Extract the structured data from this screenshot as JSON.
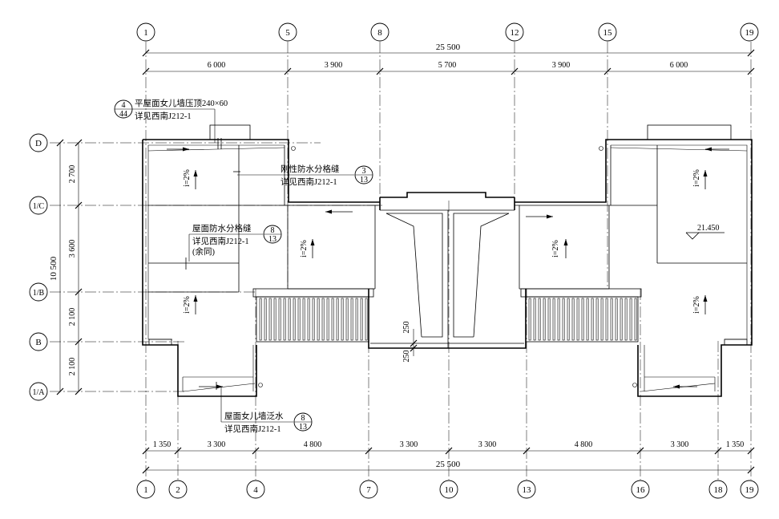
{
  "top_axes": [
    "1",
    "5",
    "8",
    "12",
    "15",
    "19"
  ],
  "top_total": "25 500",
  "top_dims": [
    "6 000",
    "3 900",
    "5 700",
    "3 900",
    "6 000"
  ],
  "bottom_axes": [
    "1",
    "2",
    "4",
    "7",
    "10",
    "13",
    "16",
    "18",
    "19"
  ],
  "bottom_dims": [
    "1 350",
    "3 300",
    "4 800",
    "3 300",
    "3 300",
    "4 800",
    "3 300",
    "1 350"
  ],
  "bottom_total": "25 500",
  "left_axes": [
    "D",
    "1/C",
    "1/B",
    "B",
    "1/A"
  ],
  "left_dims": [
    "2 700",
    "3 600",
    "2 100",
    "2 100"
  ],
  "left_total": "10 500",
  "notes": {
    "parapet_cap": {
      "ref_top": "4",
      "ref_bottom": "44",
      "line1": "平屋面女儿墙压顶240×60",
      "line2": "详见西南J212-1"
    },
    "rigid_joint": {
      "ref_top": "3",
      "ref_bottom": "13",
      "line1": "刚性防水分格缝",
      "line2": "详见西南J212-1"
    },
    "roof_joint": {
      "ref_top": "8",
      "ref_bottom": "13",
      "line1": "屋面防水分格缝",
      "line2": "详见西南J212-1",
      "line3": "(余同)"
    },
    "parapet_flashing": {
      "ref_top": "8",
      "ref_bottom": "13",
      "line1": "屋面女儿墙泛水",
      "line2": "详见西南J212-1"
    }
  },
  "slopes": [
    "i=2%",
    "i=2%",
    "i=2%",
    "i=2%",
    "i=2%",
    "i=2%"
  ],
  "elevation": "21.450",
  "small_dims": [
    "250",
    "250"
  ]
}
